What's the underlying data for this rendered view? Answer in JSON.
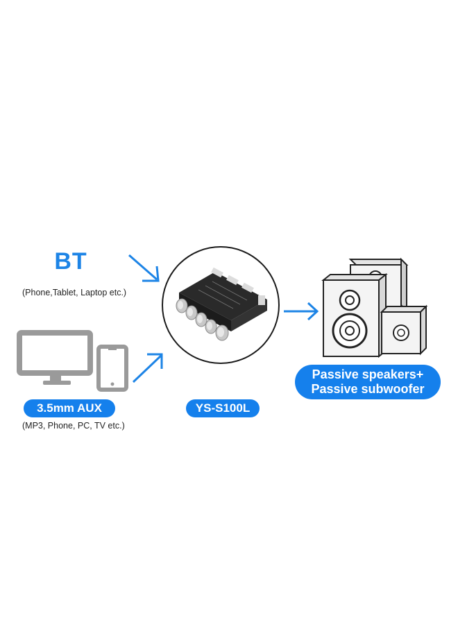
{
  "bt": {
    "label": "BT",
    "devices": "(Phone,Tablet, Laptop etc.)"
  },
  "aux": {
    "label": "3.5mm AUX",
    "devices": "(MP3, Phone, PC, TV etc.)"
  },
  "board": {
    "model": "YS-S100L"
  },
  "output": {
    "line1": "Passive speakers+",
    "line2": "Passive subwoofer"
  },
  "colors": {
    "accent": "#1580ec",
    "arrow": "#1d84e6",
    "device_gray": "#9a9a9a",
    "board": "#2a2a2a"
  },
  "icons": [
    "monitor-icon",
    "phone-icon",
    "amplifier-board-image",
    "speakers-icon"
  ]
}
